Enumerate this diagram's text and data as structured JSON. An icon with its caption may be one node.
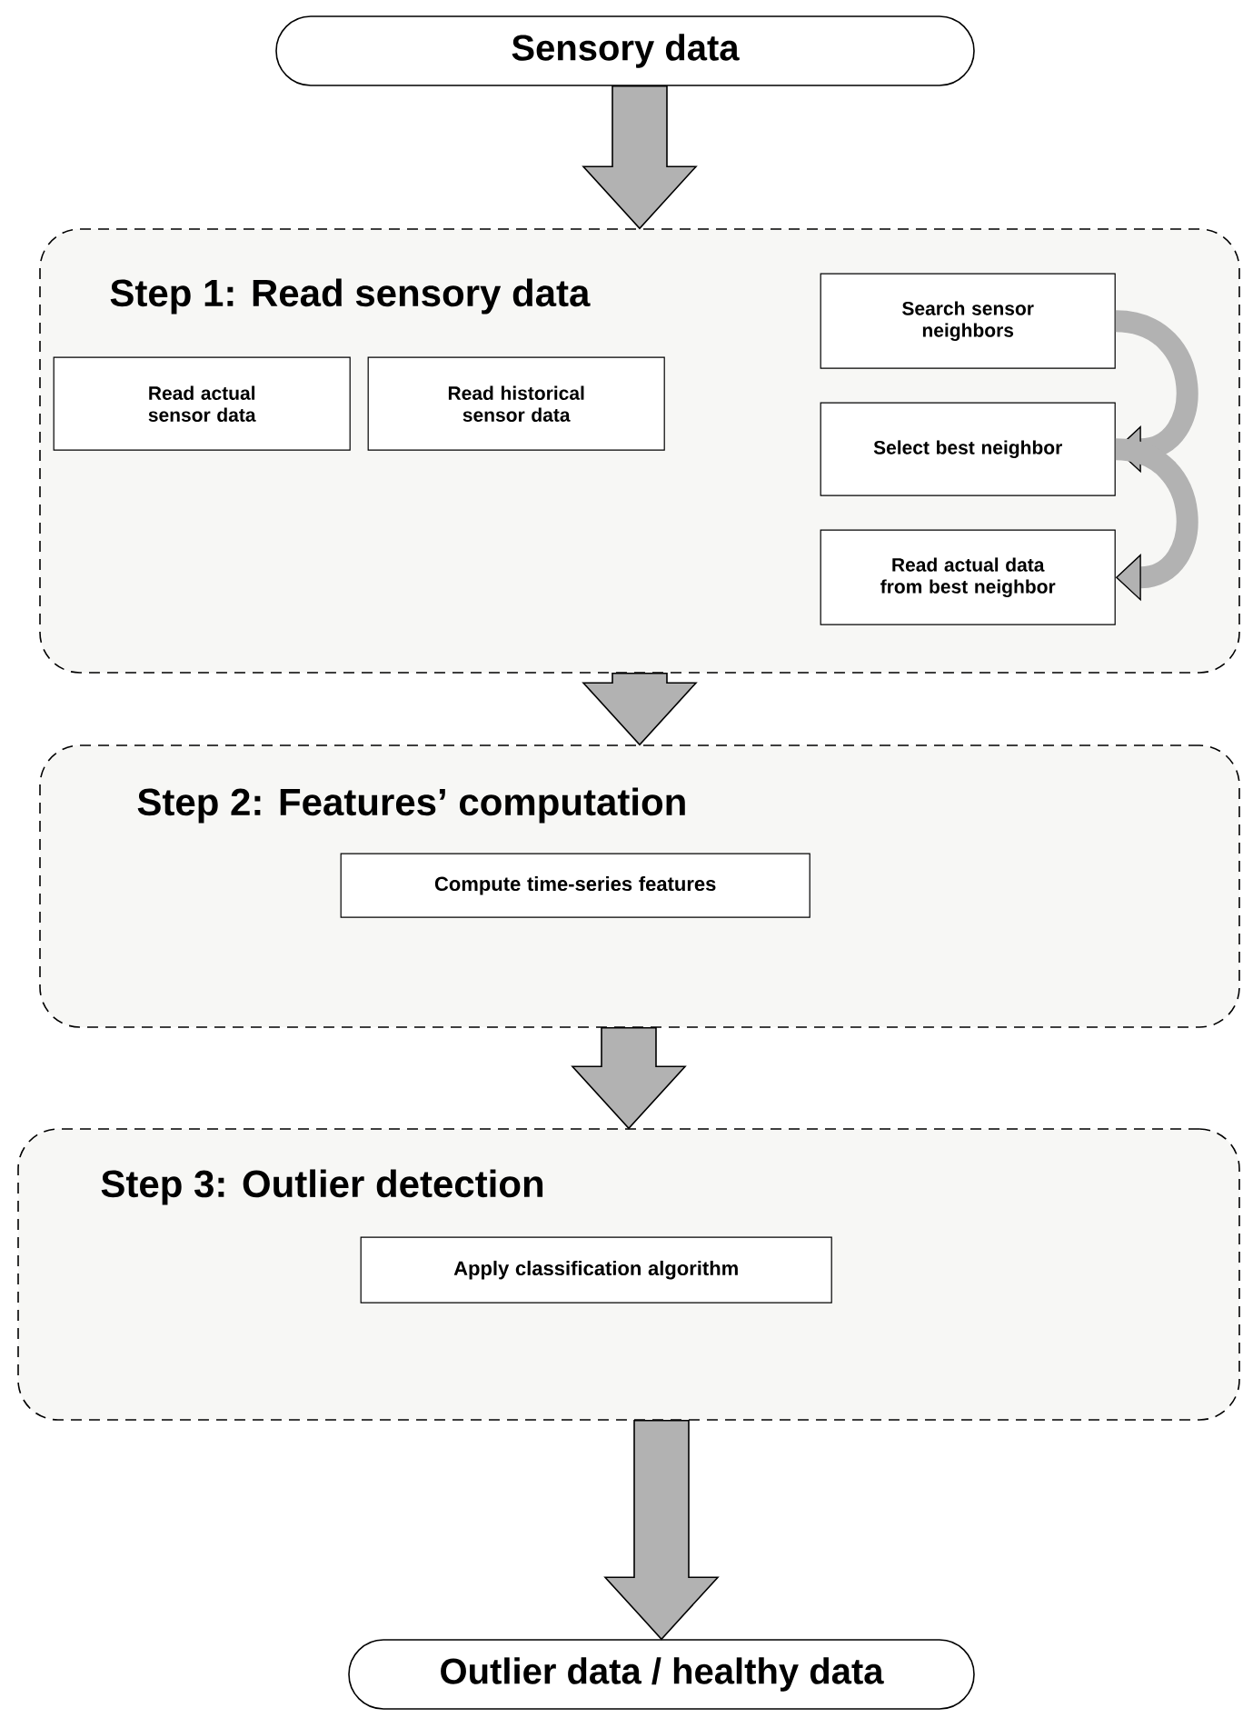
{
  "diagram": {
    "nodes": [
      {
        "text": [
          "Sensory data"
        ]
      },
      {
        "text": [
          "Step 1: Read sensory data"
        ]
      },
      {
        "text": [
          "Read actual sensor data"
        ],
        "in": 1
      },
      {
        "text": [
          "Read historical sensor data"
        ],
        "in": 1
      },
      {
        "text": [
          "Search sensor neighbors"
        ],
        "in": 1
      },
      {
        "text": [
          "Select best neighbor"
        ],
        "in": 1
      },
      {
        "text": [
          "Read actual data from best neighbor"
        ],
        "in": 1
      },
      {
        "text": [
          "Step 2: Features’ computation"
        ]
      },
      {
        "text": [
          "Compute time-series features"
        ],
        "in": 7
      },
      {
        "text": [
          "Step 3: Outlier detection"
        ]
      },
      {
        "text": [
          "Apply classification algorithm"
        ],
        "in": 9
      },
      {
        "text": [
          "Outlier data / healthy data"
        ]
      }
    ],
    "edges": [
      {
        "from": 0,
        "to": 1,
        "arrow": "to"
      },
      {
        "from": 4,
        "to": 5,
        "arrow": "to"
      },
      {
        "from": 5,
        "to": 6,
        "arrow": "to"
      },
      {
        "from": 1,
        "to": 7,
        "arrow": "to"
      },
      {
        "from": 7,
        "to": 9,
        "arrow": "to"
      },
      {
        "from": 9,
        "to": 11,
        "arrow": "to"
      }
    ]
  }
}
